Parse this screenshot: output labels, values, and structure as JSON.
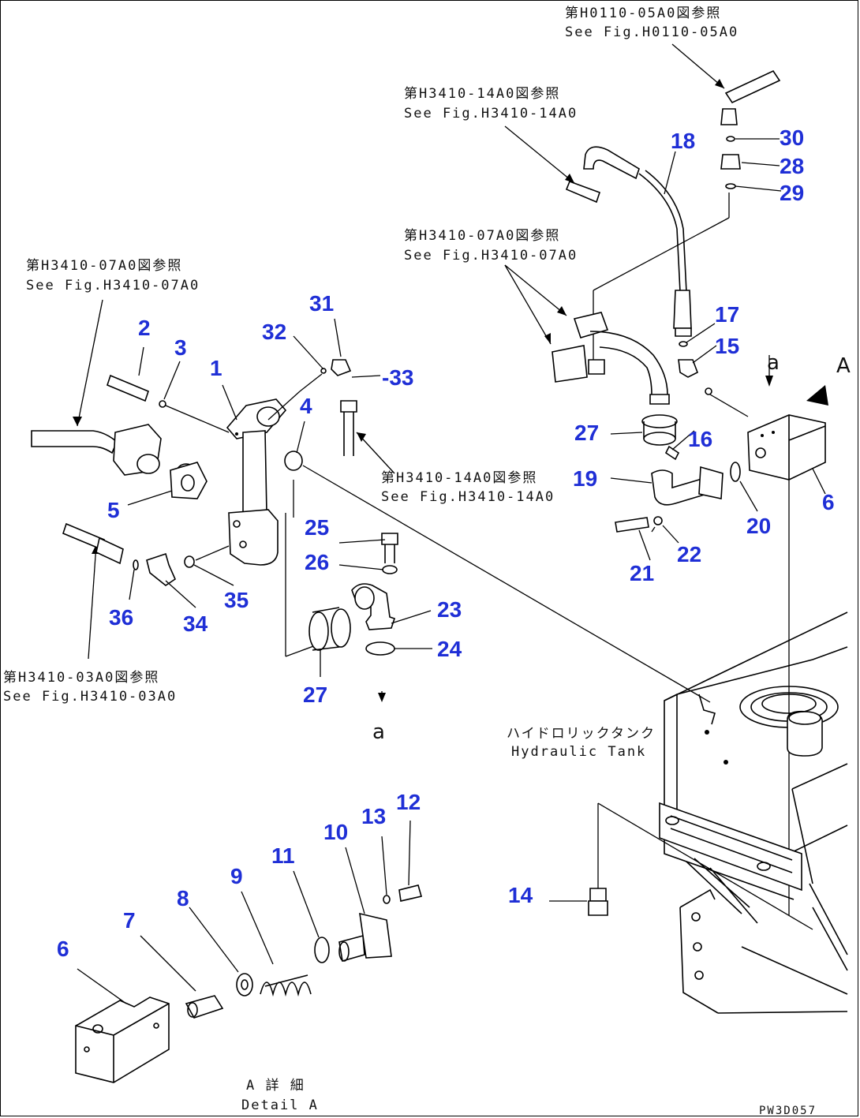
{
  "references": [
    {
      "id": "ref-h0110-05a0",
      "jp": "第H0110-05A0図参照",
      "en": "See Fig.H0110-05A0"
    },
    {
      "id": "ref-h3410-14a0-top",
      "jp": "第H3410-14A0図参照",
      "en": "See Fig.H3410-14A0"
    },
    {
      "id": "ref-h3410-07a0-right",
      "jp": "第H3410-07A0図参照",
      "en": "See Fig.H3410-07A0"
    },
    {
      "id": "ref-h3410-07a0-left",
      "jp": "第H3410-07A0図参照",
      "en": "See Fig.H3410-07A0"
    },
    {
      "id": "ref-h3410-14a0-mid",
      "jp": "第H3410-14A0図参照",
      "en": "See Fig.H3410-14A0"
    },
    {
      "id": "ref-h3410-03a0",
      "jp": "第H3410-03A0図参照",
      "en": "See Fig.H3410-03A0"
    }
  ],
  "tank_label": {
    "jp": "ハイドロリックタンク",
    "en": "Hydraulic Tank"
  },
  "detail_label": {
    "jp": "A 詳 細",
    "en": "Detail A"
  },
  "view_marks": {
    "a_top": "a",
    "a_bottom": "a",
    "view_a": "A"
  },
  "drawing_code": "PW3D057",
  "part_numbers": {
    "p1": "1",
    "p2": "2",
    "p3": "3",
    "p4": "4",
    "p5": "5",
    "p6a": "6",
    "p6b": "6",
    "p7": "7",
    "p8": "8",
    "p9": "9",
    "p10": "10",
    "p11": "11",
    "p12": "12",
    "p13": "13",
    "p14": "14",
    "p15": "15",
    "p16": "16",
    "p17": "17",
    "p18": "18",
    "p19": "19",
    "p20": "20",
    "p21": "21",
    "p22": "22",
    "p23": "23",
    "p24": "24",
    "p25": "25",
    "p26": "26",
    "p27a": "27",
    "p27b": "27",
    "p28": "28",
    "p29": "29",
    "p30": "30",
    "p31": "31",
    "p32": "32",
    "p33": "-33",
    "p34": "34",
    "p35": "35",
    "p36": "36"
  },
  "colors": {
    "callout": "#1f2fd6",
    "line": "#000000",
    "background": "#ffffff"
  }
}
